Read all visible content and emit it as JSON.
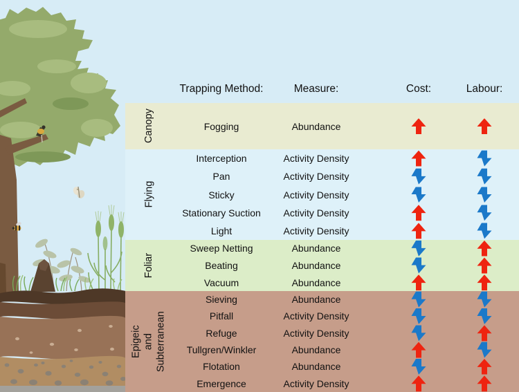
{
  "figure": {
    "description": "Comparison of arthropod trapping methods by habitat stratum with relative cost and labour indicated by arrows",
    "arrow_legend": {
      "up": "high (red block arrow up)",
      "down": "low (blue block arrow down)"
    }
  },
  "colors": {
    "sky": "#d7ecf6",
    "canopy_bg": "#e9ebd1",
    "flying_bg": "#def1f9",
    "foliar_bg": "#dcedc8",
    "epigeic_bg": "#c69d8a",
    "red_arrow": "#ee2410",
    "blue_arrow": "#1b79c9"
  },
  "header": {
    "trapping_method": "Trapping Method:",
    "measure": "Measure:",
    "cost": "Cost:",
    "labour": "Labour:"
  },
  "sections": [
    {
      "label": "Canopy",
      "rows": [
        {
          "method": "Fogging",
          "measure": "Abundance",
          "cost": "up",
          "labour": "up"
        }
      ]
    },
    {
      "label": "Flying",
      "rows": [
        {
          "method": "Interception",
          "measure": "Activity Density",
          "cost": "up",
          "labour": "down"
        },
        {
          "method": "Pan",
          "measure": "Activity Density",
          "cost": "down",
          "labour": "down"
        },
        {
          "method": "Sticky",
          "measure": "Activity Density",
          "cost": "down",
          "labour": "down"
        },
        {
          "method": "Stationary Suction",
          "measure": "Activity Density",
          "cost": "up",
          "labour": "down"
        },
        {
          "method": "Light",
          "measure": "Activity Density",
          "cost": "up",
          "labour": "down"
        }
      ]
    },
    {
      "label": "Foliar",
      "rows": [
        {
          "method": "Sweep Netting",
          "measure": "Abundance",
          "cost": "down",
          "labour": "up"
        },
        {
          "method": "Beating",
          "measure": "Abundance",
          "cost": "down",
          "labour": "up"
        },
        {
          "method": "Vacuum",
          "measure": "Abundance",
          "cost": "up",
          "labour": "up"
        }
      ]
    },
    {
      "label": "Epigeic\nand Subterranean",
      "rows": [
        {
          "method": "Sieving",
          "measure": "Abundance",
          "cost": "down",
          "labour": "down"
        },
        {
          "method": "Pitfall",
          "measure": "Activity Density",
          "cost": "down",
          "labour": "down"
        },
        {
          "method": "Refuge",
          "measure": "Activity Density",
          "cost": "down",
          "labour": "up"
        },
        {
          "method": "Tullgren/Winkler",
          "measure": "Abundance",
          "cost": "up",
          "labour": "down"
        },
        {
          "method": "Flotation",
          "measure": "Abundance",
          "cost": "down",
          "labour": "up"
        },
        {
          "method": "Emergence",
          "measure": "Activity Density",
          "cost": "up",
          "labour": "up"
        }
      ]
    }
  ],
  "illustration": {
    "scene_elements": [
      "tree-canopy",
      "tree-trunk",
      "branch",
      "bird",
      "butterfly",
      "bee",
      "leafy-plants",
      "wheat-stalks",
      "grass-tufts",
      "soil-mound",
      "soil-layers",
      "pebbles"
    ]
  }
}
